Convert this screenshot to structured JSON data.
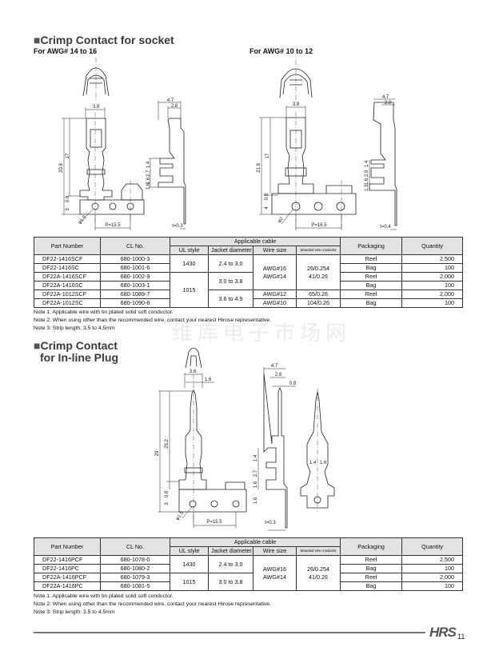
{
  "section1": {
    "title": "Crimp Contact for socket",
    "marker": "■",
    "sub_left": "For AWG# 14 to 16",
    "sub_right": "For AWG# 10 to 12"
  },
  "section2": {
    "marker": "■",
    "title_line1": "Crimp Contact",
    "title_line2": "for In-line Plug"
  },
  "drawings": [
    {
      "dims": [
        "3.8",
        "20.8",
        "17",
        "3",
        "0.8",
        "φ1.5",
        "P=15.5",
        "4.7",
        "2.8",
        "1.4",
        "2.7",
        "1.6",
        "1.6",
        "t=0.3"
      ]
    },
    {
      "dims": [
        "3.8",
        "21.8",
        "17",
        "4",
        "0.8",
        "φ2",
        "P=16.5",
        "4.7",
        "2.8",
        "1.4",
        "2.9",
        "1.6",
        "1.3",
        "t=0.4"
      ]
    },
    {
      "dims": [
        "3.8",
        "1.6",
        "29",
        "25.2",
        "3",
        "0.8",
        "φ1.5",
        "P=15.5",
        "4.7",
        "2.8",
        "0.8",
        "1.4",
        "2.7",
        "1.6",
        "1.6",
        "t=0.3",
        "1.4",
        "1.6"
      ]
    }
  ],
  "table_headers": {
    "part_number": "Part Number",
    "cl_no": "CL No.",
    "applicable_cable": "Applicable cable",
    "ul_style": "UL style",
    "jacket_diameter": "Jacket diameter",
    "wire_size": "Wire size",
    "stranded": "Stranded wire conductor",
    "packaging": "Packaging",
    "quantity": "Quantity"
  },
  "table1": {
    "rows": [
      {
        "part": "DF22-1416SCF",
        "cl": "680-1000-3",
        "pack": "Reel",
        "qty": "2,500"
      },
      {
        "part": "DF22-1416SC",
        "cl": "680-1001-6",
        "pack": "Bag",
        "qty": "100"
      },
      {
        "part": "DF22A-1416SCF",
        "cl": "680-1002-9",
        "pack": "Reel",
        "qty": "2,000"
      },
      {
        "part": "DF22A-1416SC",
        "cl": "680-1003-1",
        "pack": "Bag",
        "qty": "100"
      },
      {
        "part": "DF22A-1012SCF",
        "cl": "680-1089-7",
        "pack": "Reel",
        "qty": "2,000"
      },
      {
        "part": "DF22A-1012SC",
        "cl": "680-1090-6",
        "pack": "Bag",
        "qty": "100"
      }
    ],
    "ul": [
      "1430",
      "1015"
    ],
    "jacket": [
      "2.4 to 3.0",
      "3.0 to 3.8",
      "3.6 to 4.9"
    ],
    "wire_a": "AWG#16",
    "wire_b": "AWG#14",
    "wire_c": "AWG#12",
    "wire_d": "AWG#10",
    "strand_a": "26/0.254",
    "strand_b": "41/0.26",
    "strand_c": "65/0.26",
    "strand_d": "104/0.26"
  },
  "table2": {
    "rows": [
      {
        "part": "DF22-1416PCF",
        "cl": "680-1078-0",
        "pack": "Reel",
        "qty": "2,500"
      },
      {
        "part": "DF22-1416PC",
        "cl": "680-1080-2",
        "pack": "Bag",
        "qty": "100"
      },
      {
        "part": "DF22A-1416PCF",
        "cl": "680-1079-3",
        "pack": "Reel",
        "qty": "2,000"
      },
      {
        "part": "DF22A-1416PC",
        "cl": "680-1081-5",
        "pack": "Bag",
        "qty": "100"
      }
    ],
    "ul": [
      "1430",
      "1015"
    ],
    "jacket": [
      "2.4 to 3.0",
      "3.0 to 3.8"
    ],
    "wire_a": "AWG#16",
    "wire_b": "AWG#14",
    "strand_a": "26/0.254",
    "strand_b": "41/0.26"
  },
  "notes": [
    "Note 1: Applicable wire with tin plated solid soft conductor.",
    "Note 2: When using other than the recommended wire, contact your nearest Hirose representative.",
    "Note 3: Strip length: 3.5 to 4.5mm"
  ],
  "watermark": "维库电子市场网",
  "footer": {
    "logo": "HRS",
    "page": "11"
  }
}
